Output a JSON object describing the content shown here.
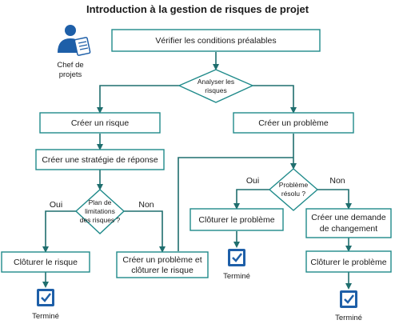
{
  "title": "Introduction à la gestion de risques de projet",
  "actor": {
    "line1": "Chef de",
    "line2": "projets"
  },
  "nodes": {
    "verify": "Vérifier les conditions préalables",
    "analyze": {
      "line1": "Analyser les",
      "line2": "risques"
    },
    "create_risk": "Créer un risque",
    "create_problem": "Créer un problème",
    "create_strategy": "Créer une stratégie de réponse",
    "mitigation_plan": {
      "line1": "Plan de",
      "line2": "limitations",
      "line3": "des risques ?"
    },
    "problem_resolved": {
      "line1": "Problème",
      "line2": "résolu ?"
    },
    "close_risk": "Clôturer le risque",
    "create_problem_close_risk": {
      "line1": "Créer un problème et",
      "line2": "clôturer le risque"
    },
    "close_problem_1": "Clôturer le problème",
    "change_request": {
      "line1": "Créer une demande",
      "line2": "de changement"
    },
    "close_problem_2": "Clôturer le problème"
  },
  "branch_labels": {
    "yes_left": "Oui",
    "no_left": "Non",
    "yes_right": "Oui",
    "no_right": "Non"
  },
  "done_label": "Terminé",
  "colors": {
    "accent": "#1f8a8a",
    "line": "#1f6e6e",
    "icon_blue": "#1e5fa8"
  },
  "icons": {
    "actor": "user-clipboard-icon",
    "done": "checkbox-icon"
  }
}
